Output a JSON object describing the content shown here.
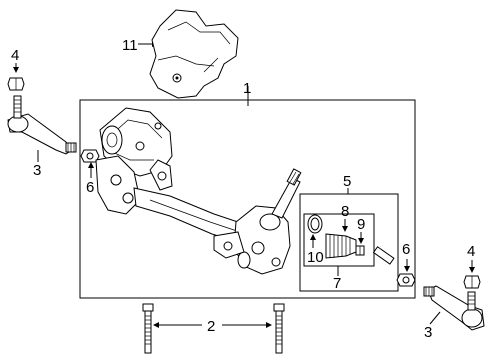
{
  "callouts": {
    "c1": "1",
    "c2": "2",
    "c3_left": "3",
    "c3_right": "3",
    "c4_left": "4",
    "c4_right": "4",
    "c5": "5",
    "c6_left": "6",
    "c6_right": "6",
    "c7": "7",
    "c8": "8",
    "c9": "9",
    "c10": "10",
    "c11": "11"
  }
}
